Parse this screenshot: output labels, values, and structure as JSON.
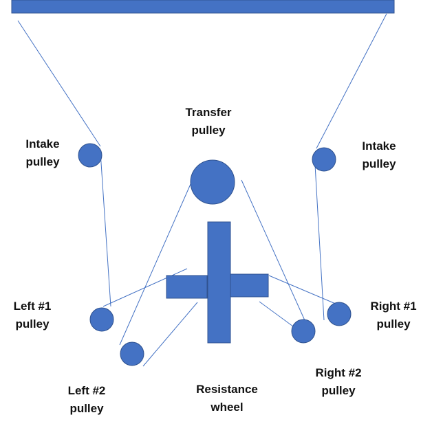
{
  "colors": {
    "shape_fill": "#4472C4",
    "shape_stroke": "#2F528F",
    "line": "#4472C4",
    "text": "#111111"
  },
  "labels": {
    "intake_left": [
      "Intake",
      "pulley"
    ],
    "intake_right": [
      "Intake",
      "pulley"
    ],
    "transfer": [
      "Transfer",
      "pulley"
    ],
    "left1": [
      "Left #1",
      "pulley"
    ],
    "left2": [
      "Left #2",
      "pulley"
    ],
    "right1": [
      "Right #1",
      "pulley"
    ],
    "right2": [
      "Right #2",
      "pulley"
    ],
    "resistance": [
      "Resistance",
      "wheel"
    ]
  }
}
